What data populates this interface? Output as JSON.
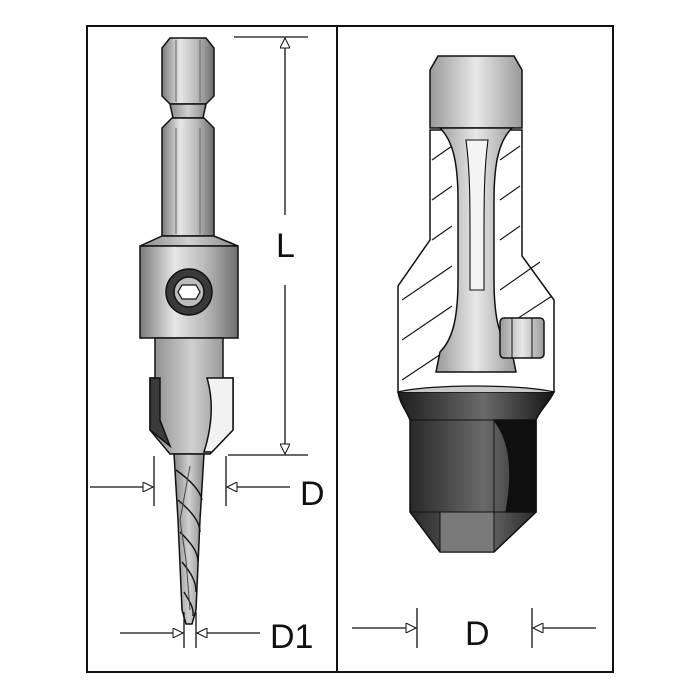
{
  "labels": {
    "length": "L",
    "diameter_left": "D",
    "pilot_diameter": "D1",
    "diameter_right": "D"
  },
  "colors": {
    "outline": "#111111",
    "steel_light": "#d9d9d9",
    "steel_mid": "#a9a9a9",
    "steel_dark": "#5a5a5a",
    "carbide_dark": "#2a2a2a",
    "background": "#ffffff"
  }
}
